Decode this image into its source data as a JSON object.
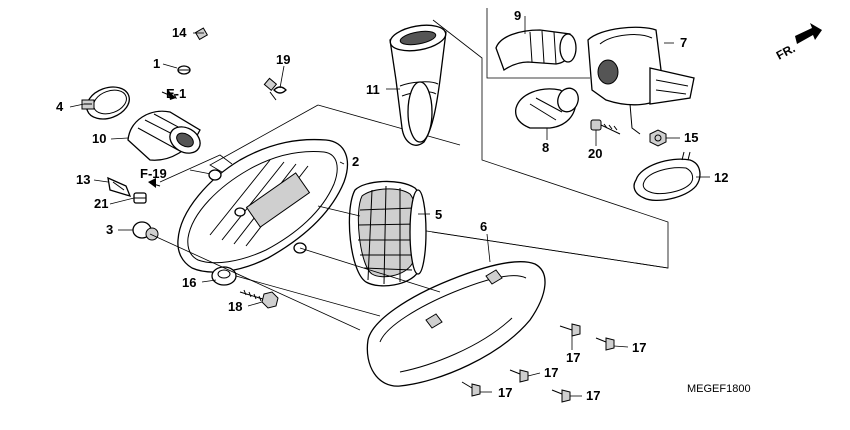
{
  "diagram_code": "MEGEF1800",
  "front_label": "FR.",
  "ref_labels": {
    "e1": "E-1",
    "f19": "F-19"
  },
  "callouts": [
    {
      "id": "c1",
      "text": "1"
    },
    {
      "id": "c2",
      "text": "2"
    },
    {
      "id": "c3",
      "text": "3"
    },
    {
      "id": "c4",
      "text": "4"
    },
    {
      "id": "c5",
      "text": "5"
    },
    {
      "id": "c6",
      "text": "6"
    },
    {
      "id": "c7",
      "text": "7"
    },
    {
      "id": "c8",
      "text": "8"
    },
    {
      "id": "c9",
      "text": "9"
    },
    {
      "id": "c10",
      "text": "10"
    },
    {
      "id": "c11",
      "text": "11"
    },
    {
      "id": "c12",
      "text": "12"
    },
    {
      "id": "c13",
      "text": "13"
    },
    {
      "id": "c14",
      "text": "14"
    },
    {
      "id": "c15",
      "text": "15"
    },
    {
      "id": "c16",
      "text": "16"
    },
    {
      "id": "c17a",
      "text": "17"
    },
    {
      "id": "c17b",
      "text": "17"
    },
    {
      "id": "c17c",
      "text": "17"
    },
    {
      "id": "c17d",
      "text": "17"
    },
    {
      "id": "c17e",
      "text": "17"
    },
    {
      "id": "c18",
      "text": "18"
    },
    {
      "id": "c19",
      "text": "19"
    },
    {
      "id": "c20",
      "text": "20"
    },
    {
      "id": "c21",
      "text": "21"
    }
  ]
}
